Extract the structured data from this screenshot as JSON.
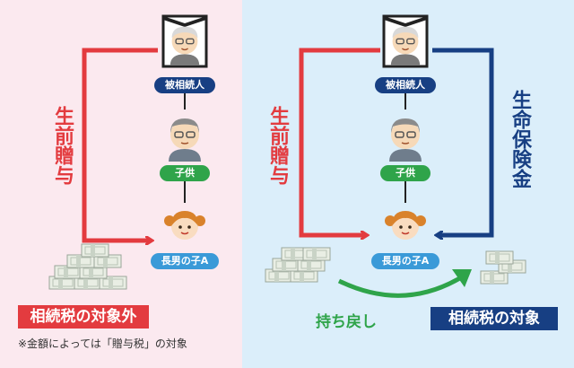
{
  "left": {
    "decedent_label": "被相続人",
    "child_label": "子供",
    "grandchild_label": "長男の子A",
    "gift_label": "生前贈与",
    "banner": "相続税の対象外",
    "note": "※金額によっては「贈与税」の対象"
  },
  "right": {
    "decedent_label": "被相続人",
    "child_label": "子供",
    "grandchild_label": "長男の子A",
    "gift_label": "生前贈与",
    "insurance_label": "生命保険金",
    "clawback_label": "持ち戻し",
    "banner": "相続税の対象"
  },
  "colors": {
    "gift_arrow": "#e33b3f",
    "insurance_arrow": "#173f83",
    "clawback_arrow": "#2fa44a",
    "left_bg": "#fbe9ef",
    "right_bg": "#dbeefa"
  },
  "icons": [
    "memorial-portrait-icon",
    "grandfather-icon",
    "father-icon",
    "girl-icon",
    "money-stack-icon"
  ]
}
